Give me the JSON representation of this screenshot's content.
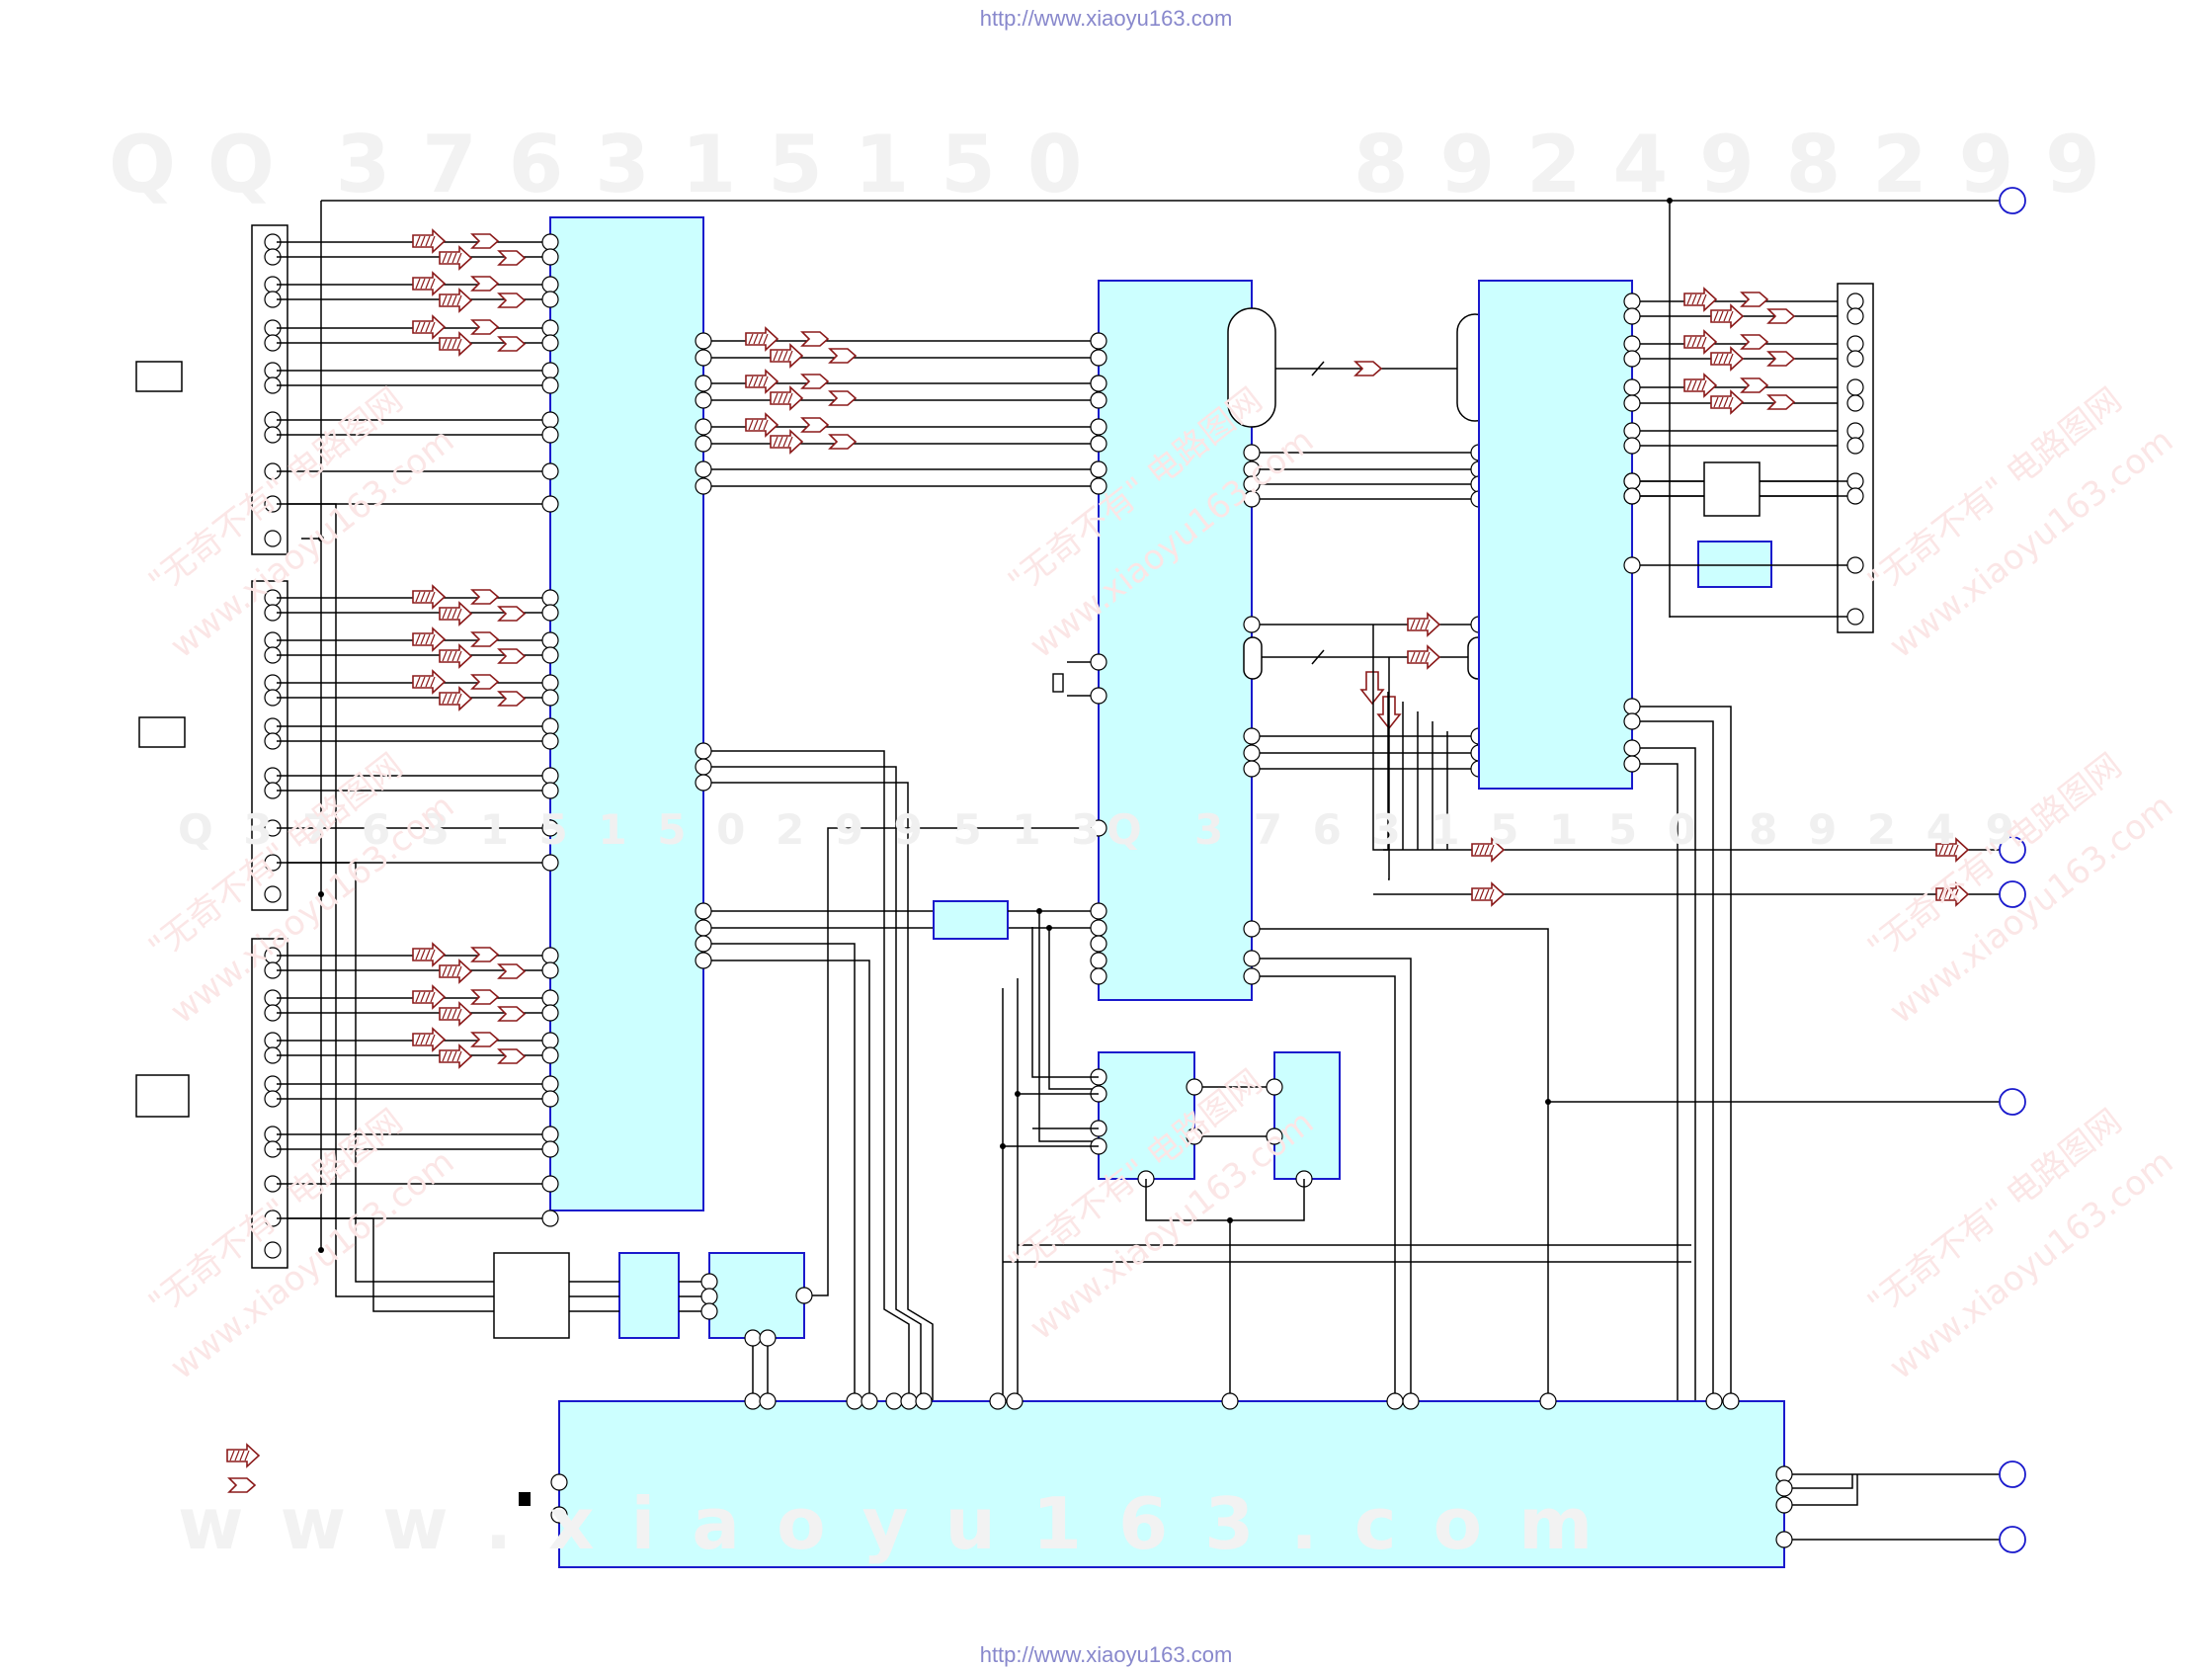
{
  "header": {
    "url_text": "http://www.xiaoyu163.com"
  },
  "footer": {
    "url_text": "http://www.xiaoyu163.com"
  },
  "watermarks": {
    "qq": "Q Q  3 7 6 3 1 5 1 5 0",
    "phone": "8 9 2 4 9 8 2 9 9",
    "site": "w w w . x i a o y u 1 6 3 . c o m",
    "mid_left": "Q 3 7 6 3 1 5 1 5 0 2 9 9 5 1 3",
    "mid_right": "Q  3 7 6 3 1 5 1 5 0  8 9 2 4 9",
    "tilted": "\"无奇不有\" 电路图网",
    "tilted_site": "www.xiaoyu163.com"
  },
  "colors": {
    "ic_fill": "#ccffff",
    "ic_border": "#1a1acc",
    "wire": "#000000",
    "signal_arrow": "#8b1a1a",
    "pin_fill": "#ffffff",
    "url_text": "#8888cc",
    "terminal": "#1a1acc"
  },
  "icons": {
    "legend_hollow_arrow": "hatched-double-arrow-icon",
    "legend_chevron": "chevron-arrow-icon",
    "crystal": "crystal-oscillator-icon"
  }
}
